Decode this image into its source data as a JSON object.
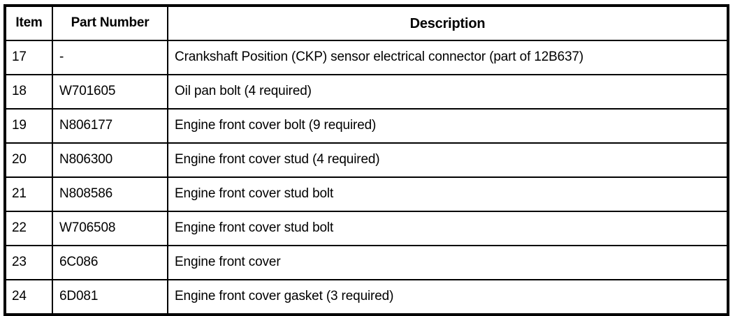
{
  "table": {
    "columns": [
      {
        "key": "item",
        "label": "Item"
      },
      {
        "key": "part_number",
        "label": "Part Number"
      },
      {
        "key": "description",
        "label": "Description"
      }
    ],
    "rows": [
      {
        "item": "17",
        "part_number": "-",
        "description": "Crankshaft Position (CKP) sensor electrical connector (part of 12B637)"
      },
      {
        "item": "18",
        "part_number": "W701605",
        "description": "Oil pan bolt (4 required)"
      },
      {
        "item": "19",
        "part_number": "N806177",
        "description": "Engine front cover bolt (9 required)"
      },
      {
        "item": "20",
        "part_number": "N806300",
        "description": "Engine front cover stud (4 required)"
      },
      {
        "item": "21",
        "part_number": "N808586",
        "description": "Engine front cover stud bolt"
      },
      {
        "item": "22",
        "part_number": "W706508",
        "description": "Engine front cover stud bolt"
      },
      {
        "item": "23",
        "part_number": "6C086",
        "description": "Engine front cover"
      },
      {
        "item": "24",
        "part_number": "6D081",
        "description": "Engine front cover gasket (3 required)"
      }
    ]
  },
  "colors": {
    "border": "#000000",
    "background": "#ffffff",
    "text": "#000000"
  }
}
